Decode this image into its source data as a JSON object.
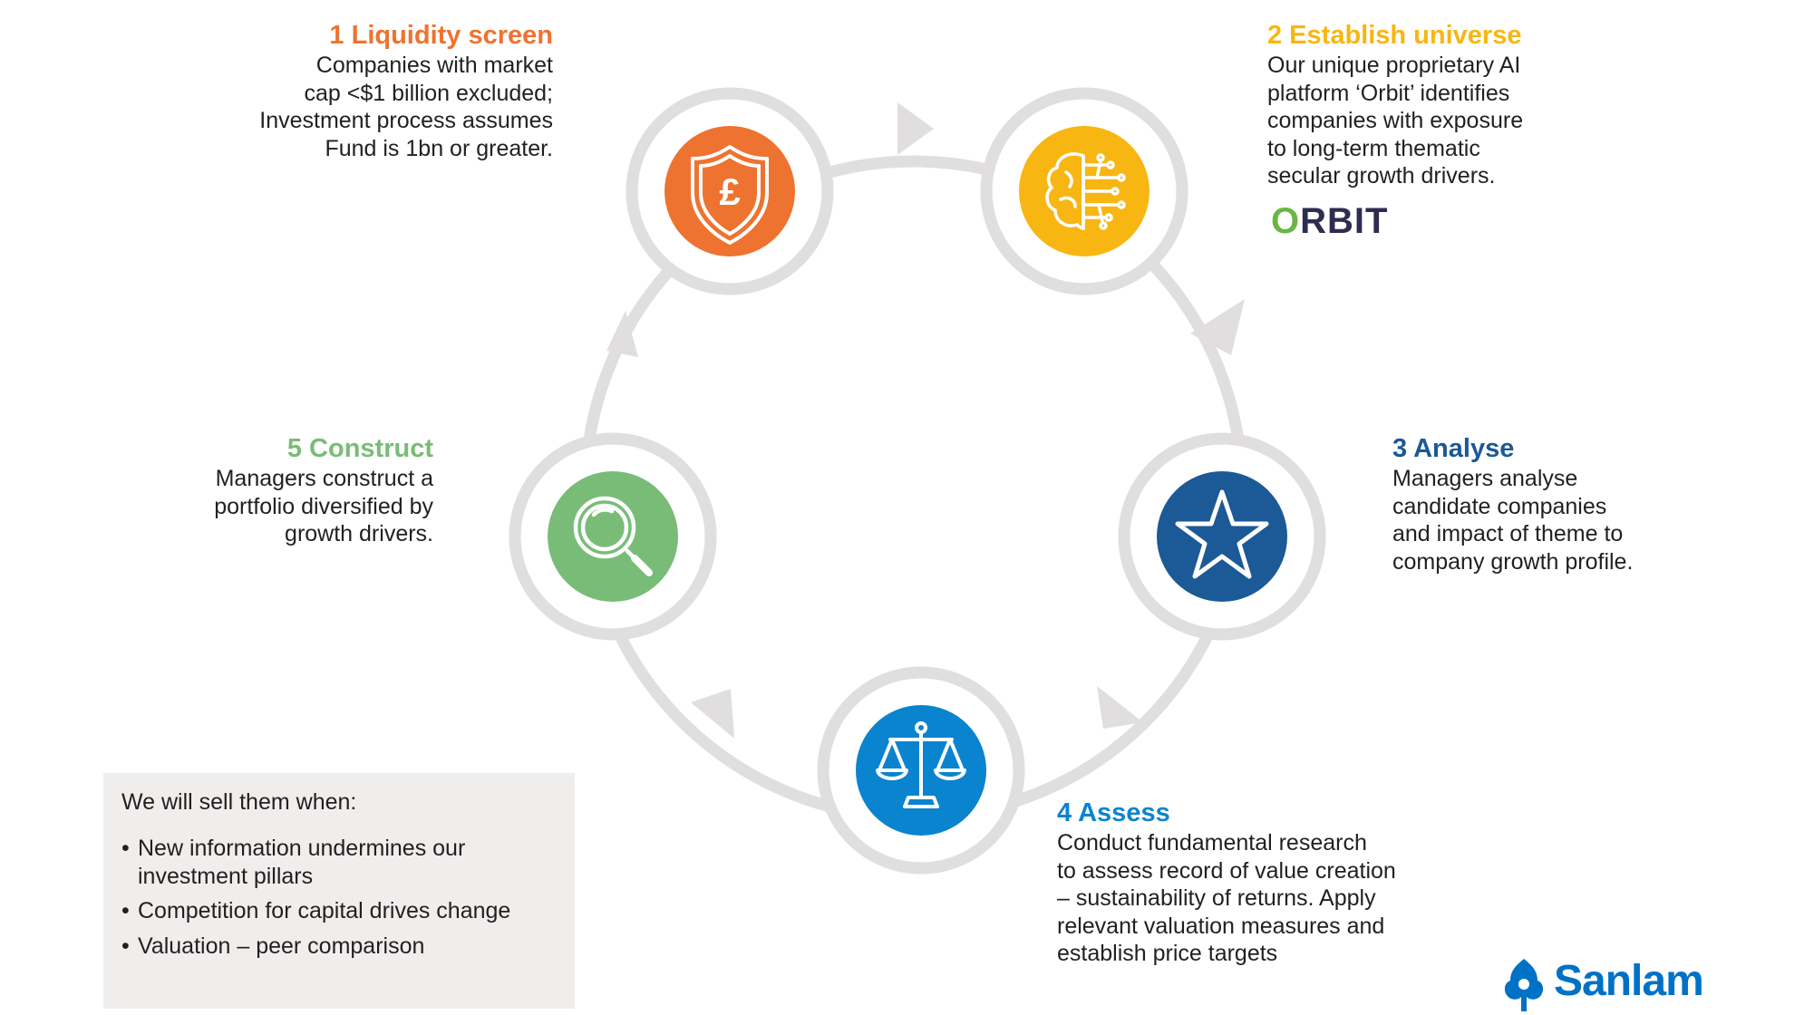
{
  "colors": {
    "ring": "#e0dede",
    "step1": "#ee7330",
    "step2": "#f8b613",
    "step3": "#1b5997",
    "step4": "#0a84cf",
    "step5": "#79bc77",
    "sell_box_bg": "#efeeed",
    "brand_blue": "#0072c6",
    "orbit_green": "#6bb544",
    "orbit_navy": "#2e2d4f"
  },
  "steps": [
    {
      "title": "1 Liquidity screen",
      "body": "Companies with market\ncap <$1 billion excluded;\nInvestment process assumes\nFund is 1bn or greater.",
      "icon": "shield-pound-icon"
    },
    {
      "title": "2 Establish universe",
      "body": "Our unique proprietary AI\nplatform ‘Orbit’ identifies\ncompanies with exposure\nto long-term thematic\nsecular growth drivers.",
      "icon": "brain-circuit-icon"
    },
    {
      "title": "3 Analyse",
      "body": "Managers analyse\ncandidate companies\nand impact of theme to\ncompany growth profile.",
      "icon": "star-icon"
    },
    {
      "title": "4 Assess",
      "body": "Conduct fundamental research\nto assess record of value creation\n– sustainability of returns. Apply\nrelevant valuation measures and\nestablish price targets",
      "icon": "scales-icon"
    },
    {
      "title": "5 Construct",
      "body": "Managers construct a\nportfolio diversified by\ngrowth drivers.",
      "icon": "magnifier-icon"
    }
  ],
  "orbit_logo": "ORBIT",
  "sell_box": {
    "intro": "We will sell them when:",
    "bullet": "•",
    "items": [
      "New information undermines our investment pillars",
      "Competition for capital drives change",
      "Valuation – peer comparison"
    ]
  },
  "brand": "Sanlam"
}
